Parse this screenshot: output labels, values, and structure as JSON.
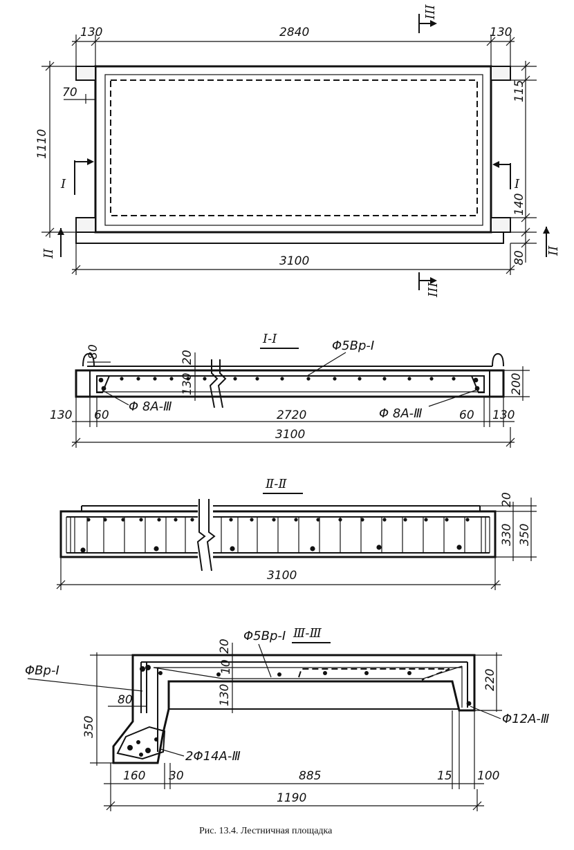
{
  "plan": {
    "dims": {
      "left_end": "130",
      "length_top": "2840",
      "right_end": "130",
      "overall_length": "3100",
      "height": "1110",
      "edge_70": "70",
      "right_115": "115",
      "right_140": "140",
      "right_80": "80"
    },
    "cuts": {
      "c1": "I",
      "c2": "II",
      "c3": "III"
    }
  },
  "section1": {
    "title": "I-I",
    "rebar_top": "Φ5Bp-I",
    "rebar_left": "Φ 8A-Ⅲ",
    "rebar_right": "Φ 8A-Ⅲ",
    "dims": {
      "d80": "80",
      "d20": "20",
      "d130": "130",
      "d200": "200",
      "left130": "130",
      "left60": "60",
      "span": "2720",
      "right60": "60",
      "right130": "130",
      "overall": "3100"
    }
  },
  "section2": {
    "title": "Ⅱ-Ⅱ",
    "dims": {
      "d20": "20",
      "d330": "330",
      "d350": "350",
      "overall": "3100"
    }
  },
  "section3": {
    "title": "Ⅲ-Ⅲ",
    "rebar_top": "Φ5Bp-I",
    "rebar_left": "ΦBp-I",
    "rebar_bottom": "2Φ14A-Ⅲ",
    "rebar_right": "Φ12A-Ⅲ",
    "dims": {
      "d20": "20",
      "d10": "10",
      "d130": "130",
      "d80": "80",
      "d350": "350",
      "d220": "220",
      "b160": "160",
      "b30": "30",
      "b885": "885",
      "b15": "15",
      "b100": "100",
      "overall": "1190"
    }
  },
  "caption": "Рис. 13.4. Лестничная площадка"
}
